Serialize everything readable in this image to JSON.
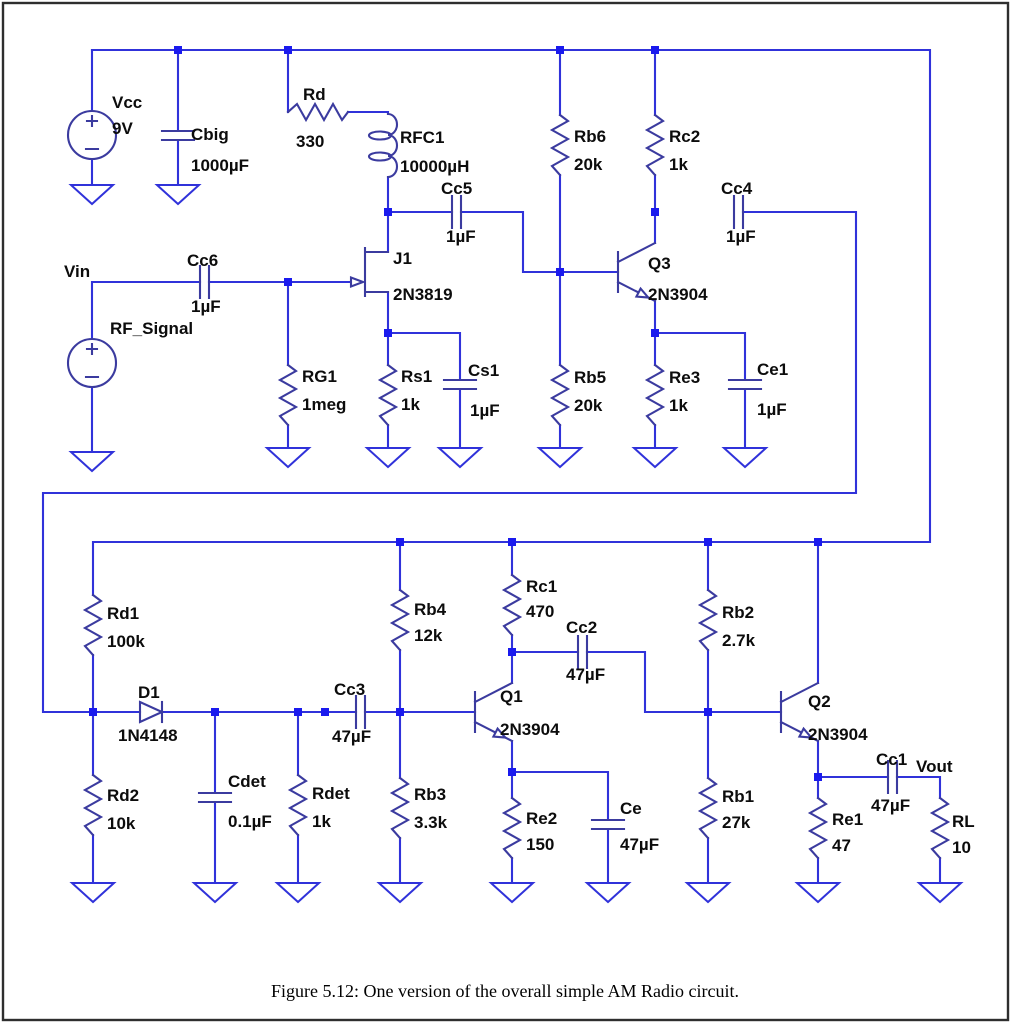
{
  "figure": {
    "caption": "Figure 5.12: One version of the overall simple AM Radio circuit."
  },
  "nets": {
    "vin": "Vin",
    "vout": "Vout"
  },
  "colors": {
    "wire": "#3032da",
    "component": "#3b3b9f",
    "junction": "#1a1aee",
    "text": "#0c0c0c",
    "frame": "#2e2e2e",
    "background": "#ffffff"
  },
  "components": {
    "vcc": {
      "name": "Vcc",
      "value": "9V",
      "type": "voltage-source"
    },
    "rf_signal": {
      "name": "RF_Signal",
      "type": "voltage-source"
    },
    "cbig": {
      "name": "Cbig",
      "value": "1000µF",
      "type": "capacitor"
    },
    "rd": {
      "name": "Rd",
      "value": "330",
      "type": "resistor"
    },
    "rfc1": {
      "name": "RFC1",
      "value": "10000µH",
      "type": "inductor"
    },
    "cc6": {
      "name": "Cc6",
      "value": "1µF",
      "type": "capacitor"
    },
    "j1": {
      "name": "J1",
      "value": "2N3819",
      "type": "n-jfet"
    },
    "rg1": {
      "name": "RG1",
      "value": "1meg",
      "type": "resistor"
    },
    "rs1": {
      "name": "Rs1",
      "value": "1k",
      "type": "resistor"
    },
    "cs1": {
      "name": "Cs1",
      "value": "1µF",
      "type": "capacitor"
    },
    "cc5": {
      "name": "Cc5",
      "value": "1µF",
      "type": "capacitor"
    },
    "rb6": {
      "name": "Rb6",
      "value": "20k",
      "type": "resistor"
    },
    "rb5": {
      "name": "Rb5",
      "value": "20k",
      "type": "resistor"
    },
    "rc2": {
      "name": "Rc2",
      "value": "1k",
      "type": "resistor"
    },
    "q3": {
      "name": "Q3",
      "value": "2N3904",
      "type": "npn"
    },
    "re3": {
      "name": "Re3",
      "value": "1k",
      "type": "resistor"
    },
    "ce1": {
      "name": "Ce1",
      "value": "1µF",
      "type": "capacitor"
    },
    "cc4": {
      "name": "Cc4",
      "value": "1µF",
      "type": "capacitor"
    },
    "rd1": {
      "name": "Rd1",
      "value": "100k",
      "type": "resistor"
    },
    "rd2": {
      "name": "Rd2",
      "value": "10k",
      "type": "resistor"
    },
    "d1": {
      "name": "D1",
      "value": "1N4148",
      "type": "diode"
    },
    "cdet": {
      "name": "Cdet",
      "value": "0.1µF",
      "type": "capacitor"
    },
    "rdet": {
      "name": "Rdet",
      "value": "1k",
      "type": "resistor"
    },
    "cc3": {
      "name": "Cc3",
      "value": "47µF",
      "type": "capacitor"
    },
    "rb4": {
      "name": "Rb4",
      "value": "12k",
      "type": "resistor"
    },
    "rb3": {
      "name": "Rb3",
      "value": "3.3k",
      "type": "resistor"
    },
    "rc1": {
      "name": "Rc1",
      "value": "470",
      "type": "resistor"
    },
    "q1": {
      "name": "Q1",
      "value": "2N3904",
      "type": "npn"
    },
    "re2": {
      "name": "Re2",
      "value": "150",
      "type": "resistor"
    },
    "ce": {
      "name": "Ce",
      "value": "47µF",
      "type": "capacitor"
    },
    "cc2": {
      "name": "Cc2",
      "value": "47µF",
      "type": "capacitor"
    },
    "rb2": {
      "name": "Rb2",
      "value": "2.7k",
      "type": "resistor"
    },
    "rb1": {
      "name": "Rb1",
      "value": "27k",
      "type": "resistor"
    },
    "q2": {
      "name": "Q2",
      "value": "2N3904",
      "type": "npn"
    },
    "re1": {
      "name": "Re1",
      "value": "47",
      "type": "resistor"
    },
    "cc1": {
      "name": "Cc1",
      "value": "47µF",
      "type": "capacitor"
    },
    "rl": {
      "name": "RL",
      "value": "10",
      "type": "resistor"
    }
  }
}
